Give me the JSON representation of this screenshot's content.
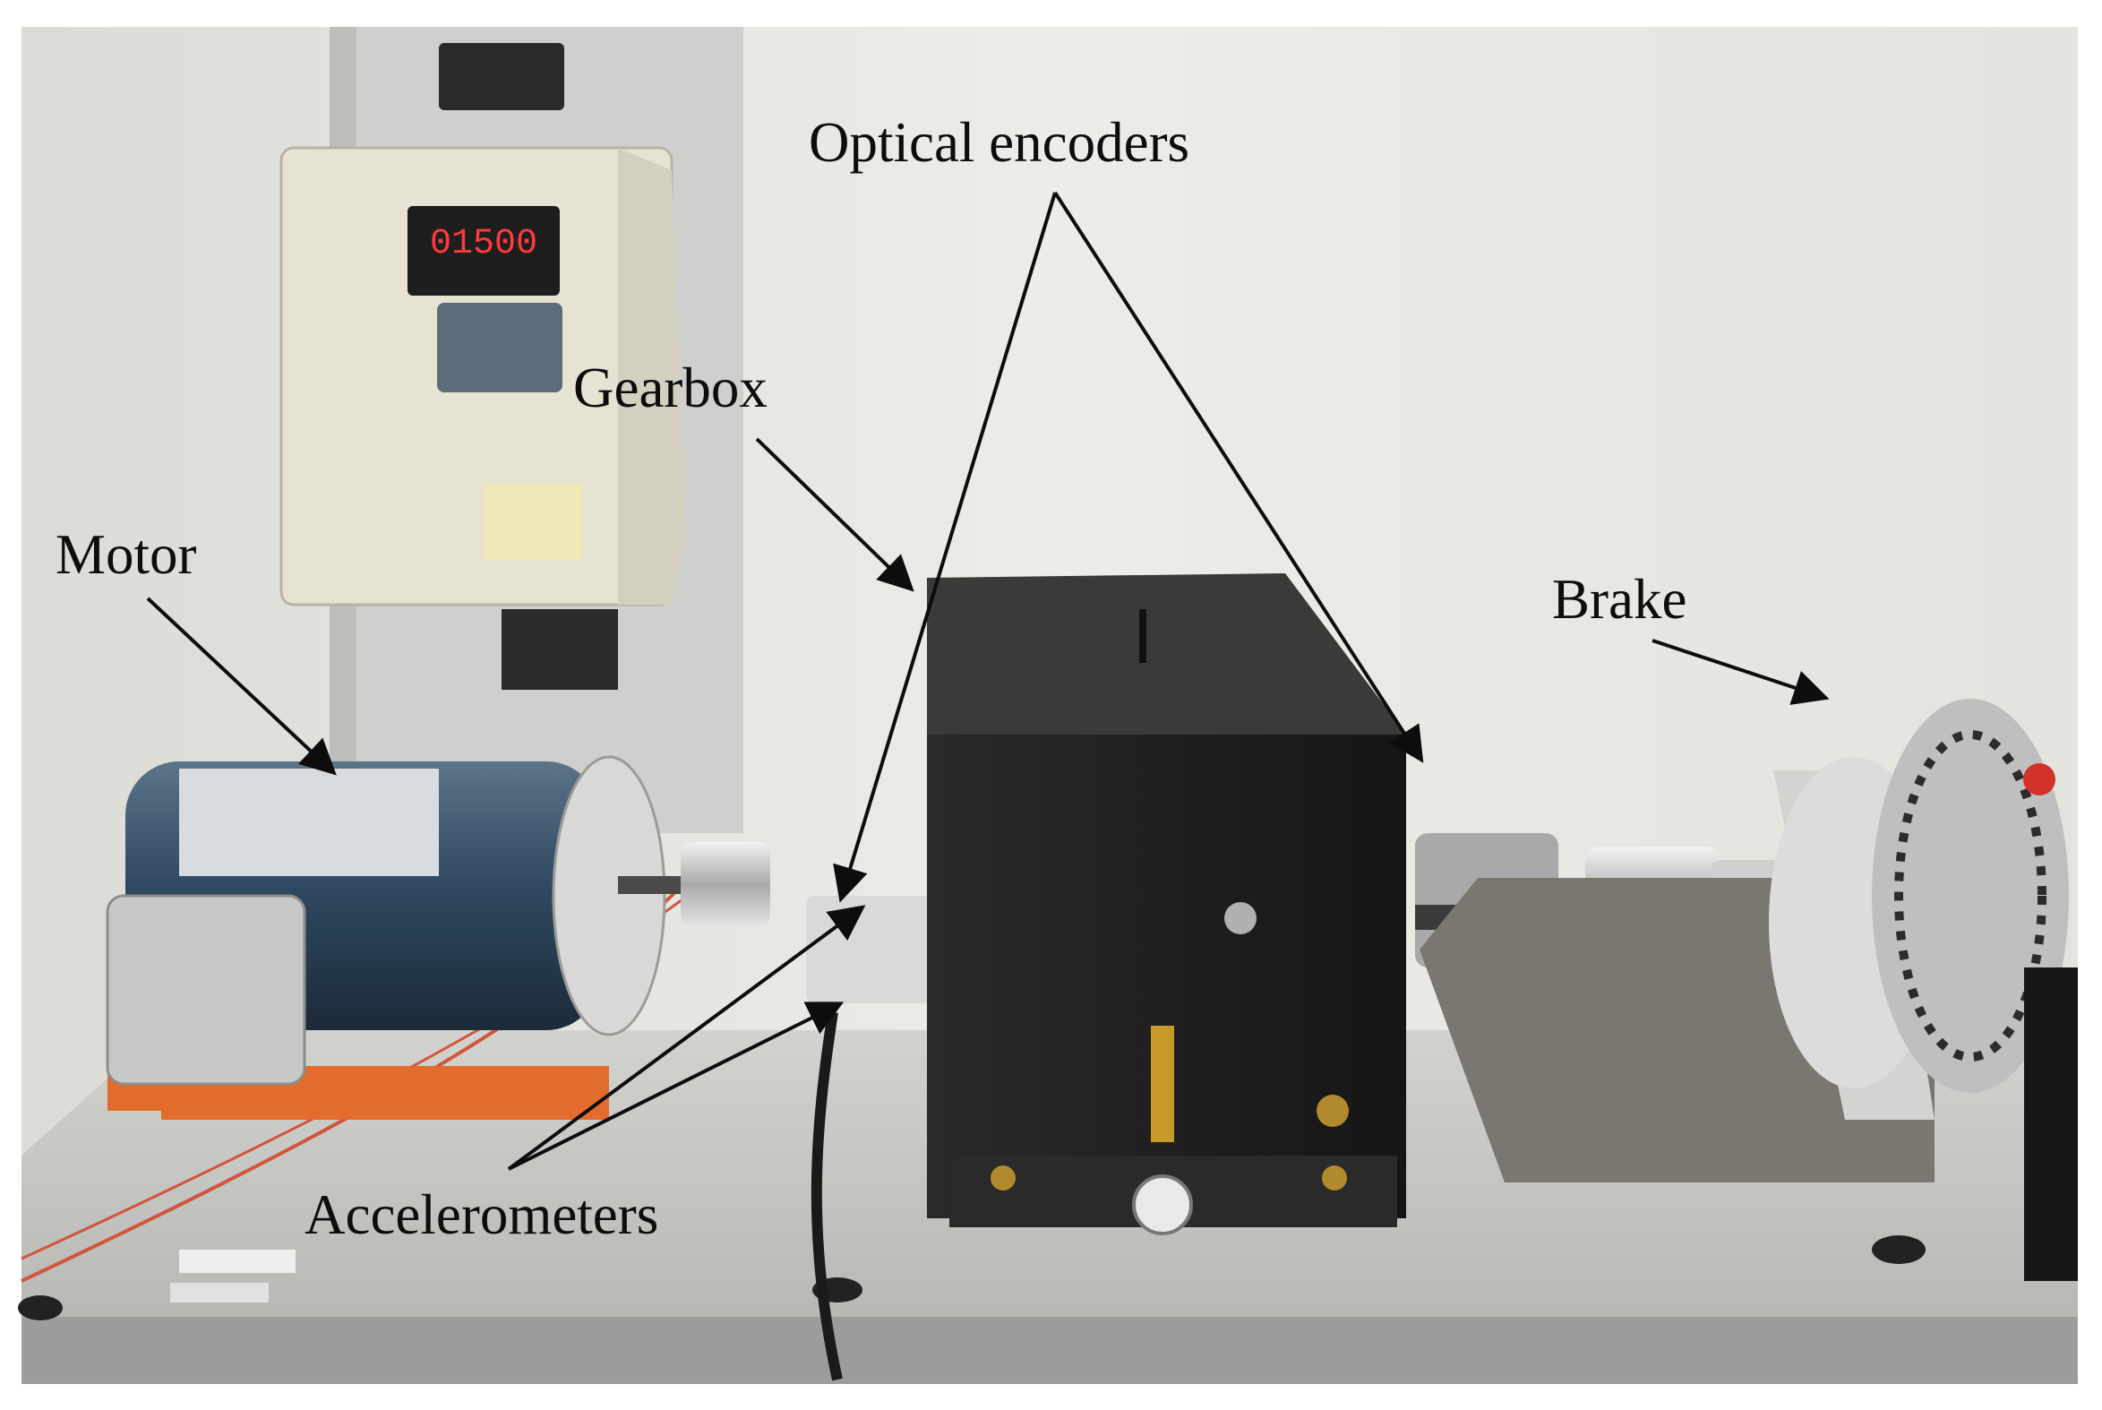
{
  "figure": {
    "labels": {
      "optical_encoders": "Optical encoders",
      "gearbox": "Gearbox",
      "motor": "Motor",
      "brake": "Brake",
      "accelerometers": "Accelerometers"
    },
    "drive_display": "01500",
    "colors": {
      "wall": "#e6e6e2",
      "bench": "#c9cbc8",
      "gearbox_body": "#1f1f1f",
      "motor_body": "#2f4a62",
      "annotation": "#0d0d0d",
      "wire": "#d2553c",
      "display_digits": "#ff3a3a"
    }
  }
}
